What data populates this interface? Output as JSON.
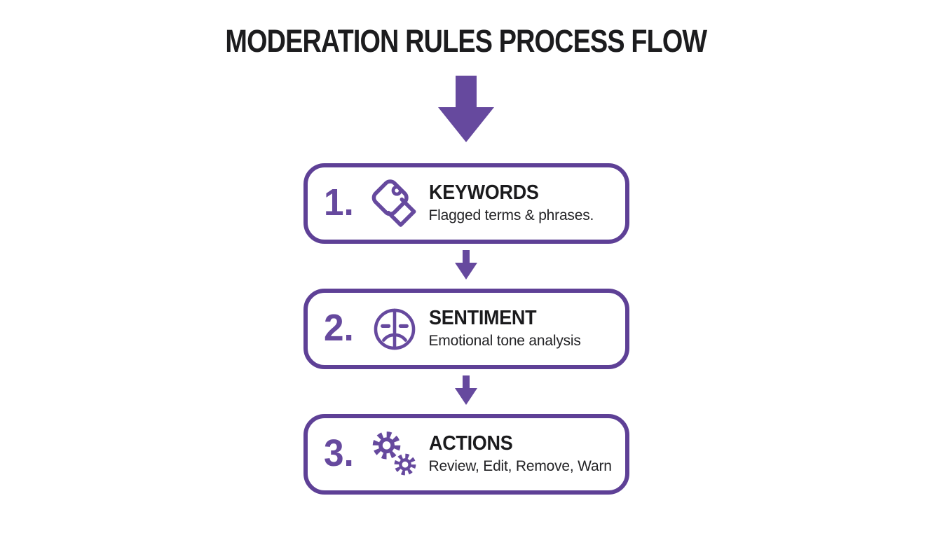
{
  "title": "MODERATION RULES PROCESS FLOW",
  "colors": {
    "purple": "#5e4096",
    "purple-mid": "#66499e",
    "title-dark": "#1c1c1e",
    "subtitle-dark": "#232326"
  },
  "icons": {
    "flow_start": "arrow-down-icon",
    "between_steps": "arrow-down-icon"
  },
  "steps": [
    {
      "number": "1.",
      "icon": "tags-icon",
      "title": "KEYWORDS",
      "subtitle": "Flagged terms & phrases."
    },
    {
      "number": "2.",
      "icon": "sad-face-icon",
      "title": "SENTIMENT",
      "subtitle": "Emotional tone analysis"
    },
    {
      "number": "3.",
      "icon": "gears-icon",
      "title": "ACTIONS",
      "subtitle": "Review, Edit, Remove, Warn"
    }
  ]
}
